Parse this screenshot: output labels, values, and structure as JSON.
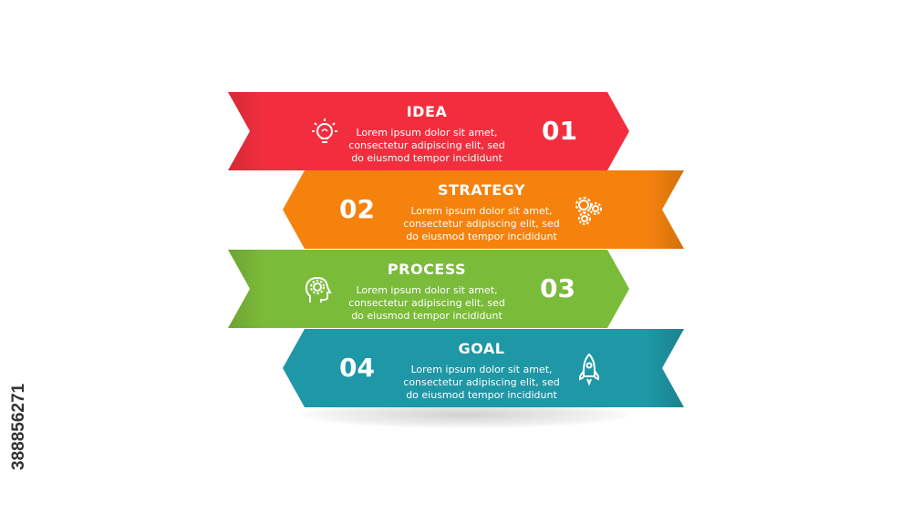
{
  "steps": [
    {
      "title": "IDEA",
      "number": "01",
      "icon": "lightbulb-icon",
      "color": "#f22e3e",
      "lines": [
        "Lorem ipsum dolor sit amet,",
        "consectetur adipiscing elit, sed",
        "do eiusmod tempor incididunt"
      ]
    },
    {
      "title": "STRATEGY",
      "number": "02",
      "icon": "gears-icon",
      "color": "#f5820d",
      "lines": [
        "Lorem ipsum dolor sit amet,",
        "consectetur adipiscing elit, sed",
        "do eiusmod tempor incididunt"
      ]
    },
    {
      "title": "PROCESS",
      "number": "03",
      "icon": "head-gear-icon",
      "color": "#7bbb3a",
      "lines": [
        "Lorem ipsum dolor sit amet,",
        "consectetur adipiscing elit, sed",
        "do eiusmod tempor incididunt"
      ]
    },
    {
      "title": "GOAL",
      "number": "04",
      "icon": "rocket-icon",
      "color": "#1e97a6",
      "lines": [
        "Lorem ipsum dolor sit amet,",
        "consectetur adipiscing elit, sed",
        "do eiusmod tempor incididunt"
      ]
    }
  ],
  "watermark_id": "388856271"
}
